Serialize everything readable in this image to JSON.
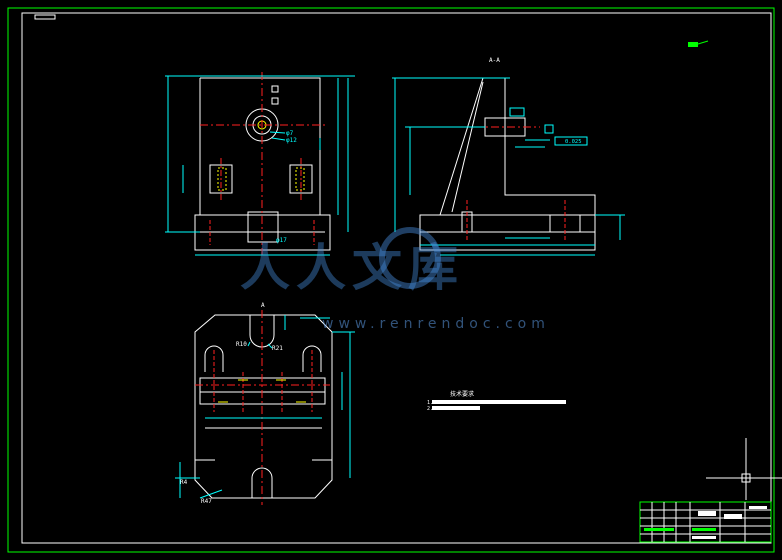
{
  "section_label": "A-A",
  "view_label": "A",
  "dims": {
    "phi7": "φ7",
    "phi12": "φ12",
    "r10": "R10",
    "r21": "R21",
    "r4": "R4",
    "r47": "R47",
    "tol_box": "0.025",
    "phi_bottom": "φ17"
  },
  "notes": {
    "title": "技术要求",
    "line1": "1.",
    "line2": "2."
  },
  "watermark": {
    "text": "人人文库",
    "url": "www.renrendoc.com"
  },
  "colors": {
    "frame": "#00ff00",
    "outline": "#ffffff",
    "dimension": "#00ffff",
    "center": "#ff2020",
    "hatch": "#ffff00"
  }
}
